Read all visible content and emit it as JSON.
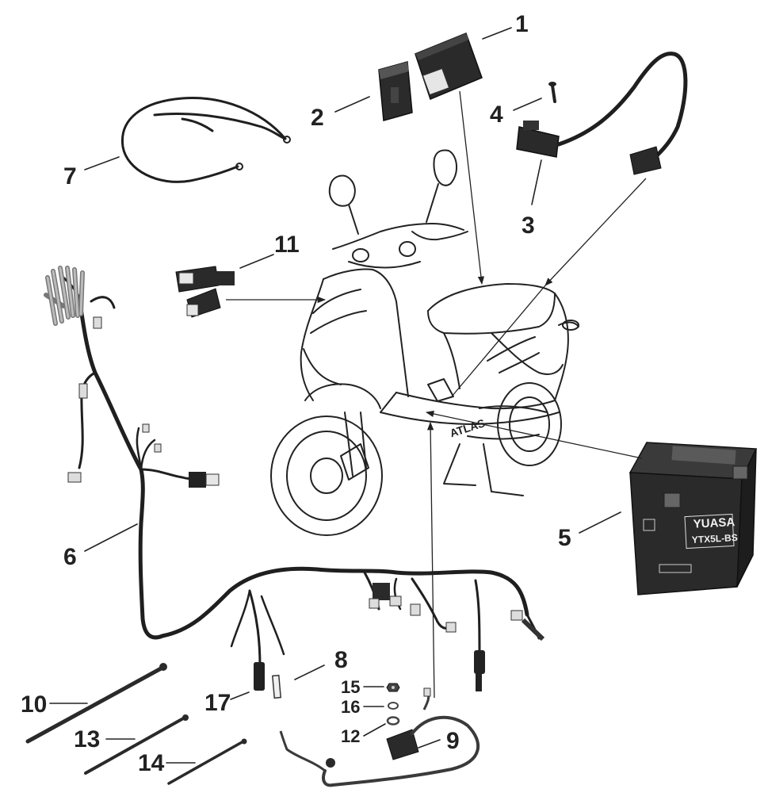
{
  "diagram": {
    "callouts": {
      "c1": "1",
      "c2": "2",
      "c3": "3",
      "c4": "4",
      "c5": "5",
      "c6": "6",
      "c7": "7",
      "c8": "8",
      "c9": "9",
      "c10": "10",
      "c11": "11",
      "c12": "12",
      "c13": "13",
      "c14": "14",
      "c15": "15",
      "c16": "16",
      "c17": "17"
    },
    "battery": {
      "brand": "YUASA",
      "model": "YTX5L-BS"
    },
    "scooter_decal": "ATLAS"
  },
  "colors": {
    "line": "#222222",
    "part_dark": "#2a2a2a",
    "part_mid": "#555555",
    "part_light": "#cfcfcf",
    "background": "#ffffff"
  }
}
